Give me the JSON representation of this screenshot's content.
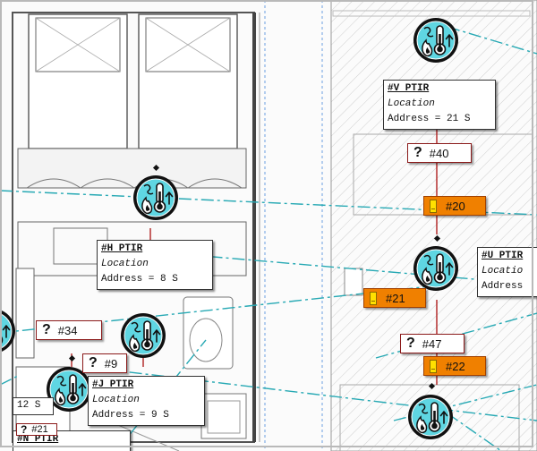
{
  "colors": {
    "node_fill": "#5fd6e2",
    "node_ring": "#111111",
    "link_line": "#27a9b4",
    "vertical_link": "#b02020",
    "orange_tag": "#f08000",
    "question_tag_border": "#8b1a1a"
  },
  "devices": [
    {
      "id": "top-right",
      "icon": "heat-detector-icon"
    },
    {
      "id": "h",
      "icon": "heat-detector-icon"
    },
    {
      "id": "u",
      "icon": "heat-detector-icon"
    },
    {
      "id": "left-edge",
      "icon": "heat-detector-icon"
    },
    {
      "id": "center-left",
      "icon": "heat-detector-icon"
    },
    {
      "id": "j",
      "icon": "heat-detector-icon"
    },
    {
      "id": "bottom-right",
      "icon": "heat-detector-icon"
    }
  ],
  "labels": {
    "v": {
      "title": "#V PTIR",
      "location": "Location",
      "address": "Address = 21 S"
    },
    "h": {
      "title": "#H PTIR",
      "location": "Location",
      "address": "Address = 8 S"
    },
    "u": {
      "title": "#U PTIR",
      "location": "Locatio",
      "address": "Address"
    },
    "j": {
      "title": "#J PTIR",
      "location": "Location",
      "address": "Address = 9 S"
    },
    "n": {
      "title": "#N PTIR"
    }
  },
  "tags": {
    "q40": {
      "text": "#40",
      "icon": "question-icon"
    },
    "q34": {
      "text": "#34",
      "icon": "question-icon"
    },
    "q9": {
      "text": "#9",
      "icon": "question-icon"
    },
    "q47": {
      "text": "#47",
      "icon": "question-icon"
    },
    "q21": {
      "text": "#21",
      "icon": "question-icon"
    },
    "o20": {
      "text": "#20",
      "icon": "module-icon"
    },
    "o21": {
      "text": "#21",
      "icon": "module-icon"
    },
    "o22": {
      "text": "#22",
      "icon": "module-icon"
    }
  },
  "glyphs": {
    "question": "?"
  },
  "left_fragment": {
    "text": "12 S"
  }
}
